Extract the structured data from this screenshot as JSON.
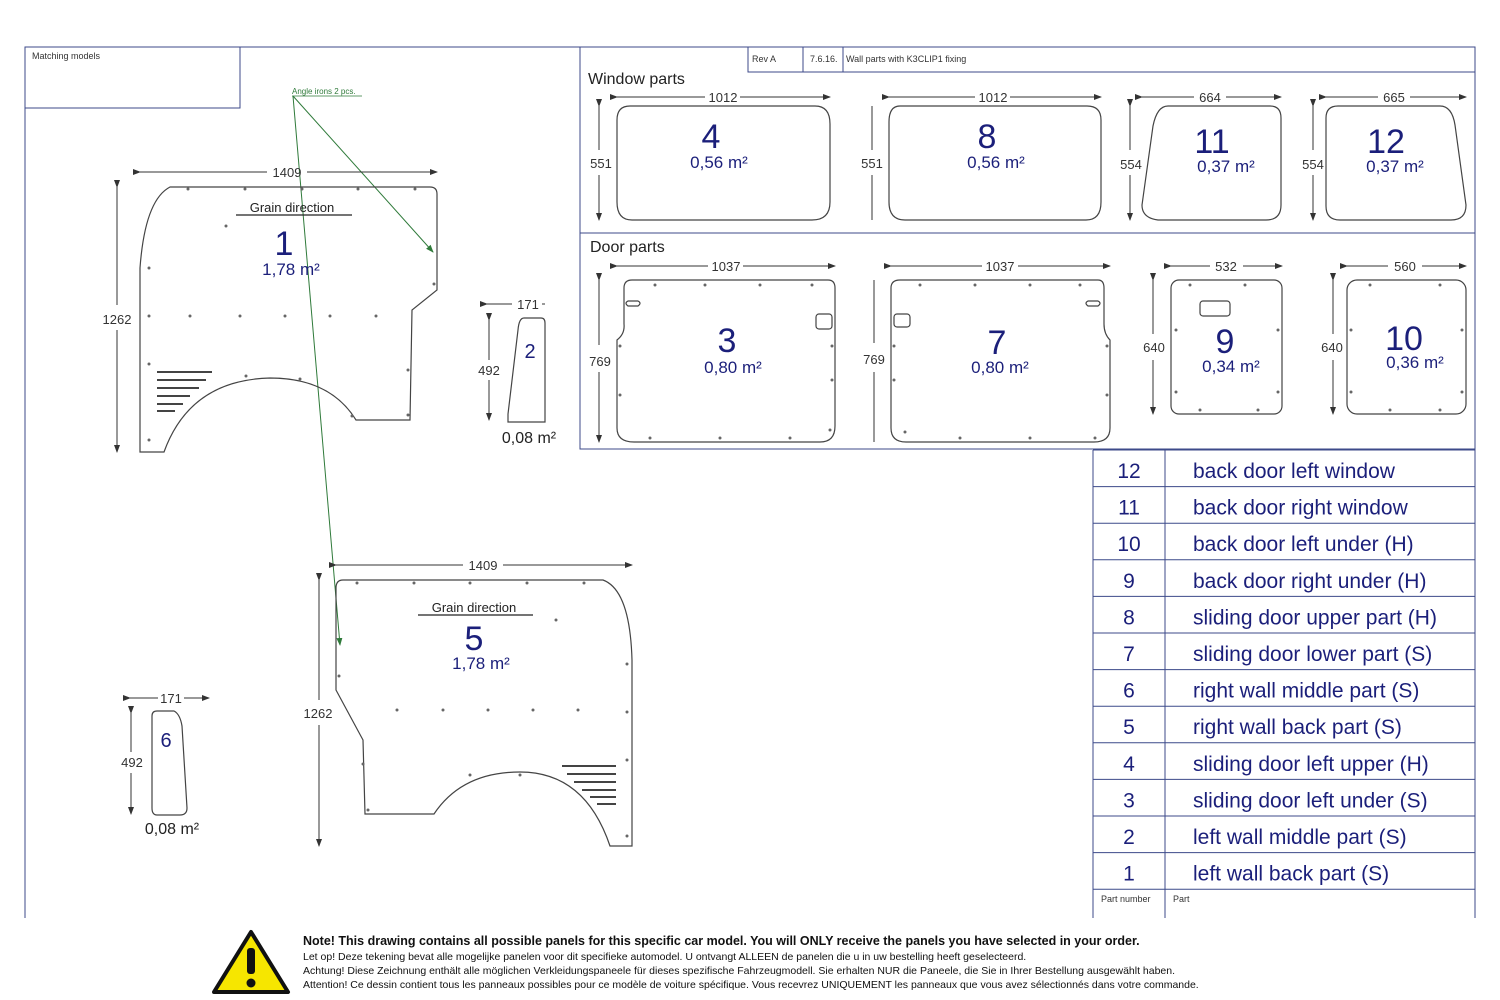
{
  "title_block": {
    "matching_models": "Matching models",
    "rev": "Rev A",
    "date": "7.6.16.",
    "file": "Wall parts with K3CLIP1 fixing"
  },
  "annotation": {
    "angle_irons": "Angle irons 2 pcs."
  },
  "sections": {
    "window_parts": "Window parts",
    "door_parts": "Door parts"
  },
  "grain_direction": "Grain direction",
  "panels": {
    "p1": {
      "number": "1",
      "area": "1,78 m²",
      "width": "1409",
      "height": "1262"
    },
    "p2": {
      "number": "2",
      "area": "0,08 m²",
      "width": "171",
      "height": "492"
    },
    "p3": {
      "number": "3",
      "area": "0,80 m²",
      "width": "1037",
      "height": "769"
    },
    "p4": {
      "number": "4",
      "area": "0,56 m²",
      "width": "1012",
      "height": "551"
    },
    "p5": {
      "number": "5",
      "area": "1,78 m²",
      "width": "1409",
      "height": "1262"
    },
    "p6": {
      "number": "6",
      "area": "0,08 m²",
      "width": "171",
      "height": "492"
    },
    "p7": {
      "number": "7",
      "area": "0,80 m²",
      "width": "1037",
      "height": "769"
    },
    "p8": {
      "number": "8",
      "area": "0,56 m²",
      "width": "1012",
      "height": "551"
    },
    "p9": {
      "number": "9",
      "area": "0,34 m²",
      "width": "532",
      "height": "640"
    },
    "p10": {
      "number": "10",
      "area": "0,36 m²",
      "width": "560",
      "height": "640"
    },
    "p11": {
      "number": "11",
      "area": "0,37 m²",
      "width": "664",
      "height": "554"
    },
    "p12": {
      "number": "12",
      "area": "0,37 m²",
      "width": "665",
      "height": "554"
    }
  },
  "parts_table": {
    "rows": [
      {
        "num": "12",
        "label": "back door left window"
      },
      {
        "num": "11",
        "label": "back door right window"
      },
      {
        "num": "10",
        "label": "back door left under (H)"
      },
      {
        "num": "9",
        "label": "back door right under (H)"
      },
      {
        "num": "8",
        "label": "sliding door upper part (H)"
      },
      {
        "num": "7",
        "label": "sliding door lower part (S)"
      },
      {
        "num": "6",
        "label": "right wall middle part (S)"
      },
      {
        "num": "5",
        "label": "right wall back part (S)"
      },
      {
        "num": "4",
        "label": "sliding door left upper (H)"
      },
      {
        "num": "3",
        "label": "sliding door left under (S)"
      },
      {
        "num": "2",
        "label": "left wall middle part (S)"
      },
      {
        "num": "1",
        "label": "left wall back part (S)"
      }
    ],
    "col_number": "Part number",
    "col_part": "Part"
  },
  "note": {
    "en": "Note! This drawing contains all possible panels for this specific car model. You will ONLY receive the panels you have selected in your order.",
    "nl": "Let op! Deze tekening bevat alle mogelijke panelen voor dit specifieke automodel. U ontvangt ALLEEN de panelen die u in uw bestelling heeft geselecteerd.",
    "de": "Achtung! Diese Zeichnung enthält alle möglichen Verkleidungspaneele für dieses spezifische Fahrzeugmodell. Sie erhalten NUR die Paneele, die Sie in Ihrer Bestellung ausgewählt haben.",
    "fr": "Attention! Ce dessin contient tous les panneaux possibles pour ce modèle de voiture spécifique. Vous recevrez UNIQUEMENT les panneaux que vous avez sélectionnés dans votre commande."
  },
  "icon": "warning-triangle-icon"
}
